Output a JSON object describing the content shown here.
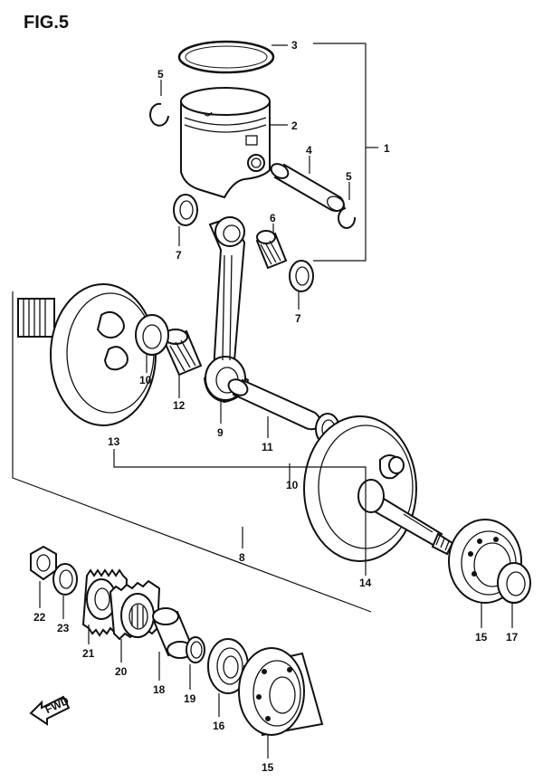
{
  "figure": {
    "title": "FIG.5",
    "fwd_label": "FWD"
  },
  "part_labels": {
    "p1": "1",
    "p2": "2",
    "p3": "3",
    "p4": "4",
    "p5a": "5",
    "p5b": "5",
    "p6": "6",
    "p7a": "7",
    "p7b": "7",
    "p8": "8",
    "p9": "9",
    "p10a": "10",
    "p10b": "10",
    "p11": "11",
    "p12": "12",
    "p13": "13",
    "p14": "14",
    "p15a": "15",
    "p15b": "15",
    "p16": "16",
    "p17": "17",
    "p18": "18",
    "p19": "19",
    "p20": "20",
    "p21": "21",
    "p22": "22",
    "p23": "23"
  }
}
